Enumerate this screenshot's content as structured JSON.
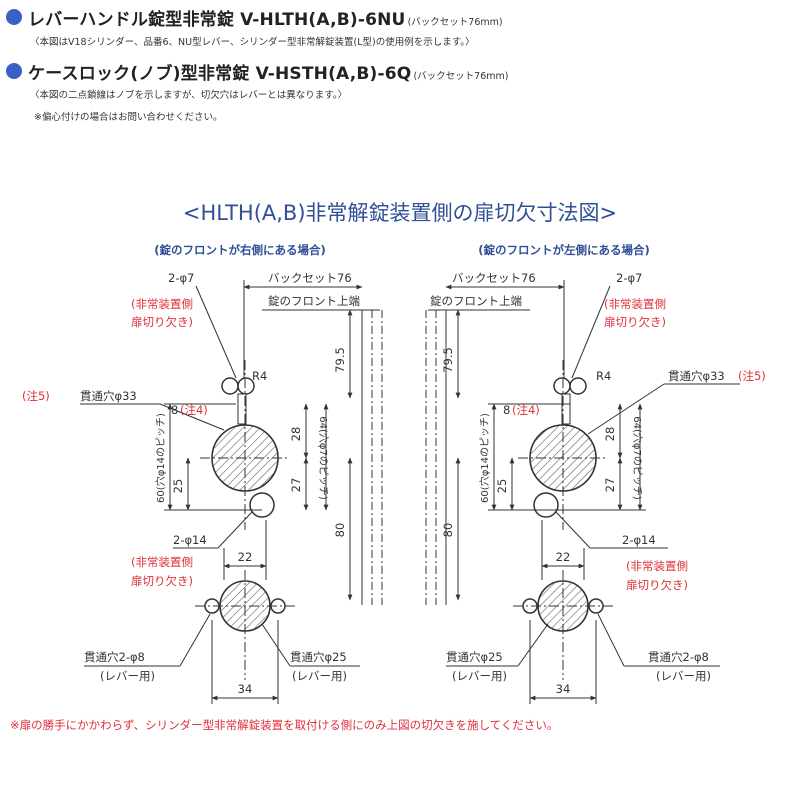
{
  "header": {
    "line1_title": "レバーハンドル錠型非常錠 V-HLTH(A,B)-6NU",
    "line1_suffix": "(バックセット76mm)",
    "line1_note": "〈本図はV18シリンダー、品番6、NU型レバー、シリンダー型非常解錠装置(L型)の使用例を示します。〉",
    "line2_title": "ケースロック(ノブ)型非常錠 V-HSTH(A,B)-6Q",
    "line2_suffix": "(バックセット76mm)",
    "line2_note": "〈本図の二点鎖線はノブを示しますが、切欠穴はレバーとは異なります。〉",
    "line3_note": "※偏心付けの場合はお問い合わせください。"
  },
  "colors": {
    "bullet": "#3a5fc6",
    "title_blue": "#2f4f96",
    "red": "#e0303a",
    "hatch": "#555555"
  },
  "diagram": {
    "title": "<HLTH(A,B)非常解錠装置側の扉切欠寸法図>",
    "footnote": "※扉の勝手にかかわらず、シリンダー型非常解錠装置を取付ける側にのみ上図の切欠きを施してください。",
    "left": {
      "caption": "(錠のフロントが右側にある場合)",
      "backset": "バックセット76",
      "front_edge": "錠のフロント上端",
      "hole_2phi7": "2-φ7",
      "emergency_1": "(非常装置側",
      "emergency_2": "扉切り欠き)",
      "r4": "R4",
      "through_33": "貫通穴φ33",
      "note5": "(注5)",
      "note4": "(注4)",
      "dim8": "8",
      "dim79_5": "79.5",
      "dim28": "28",
      "dim27": "27",
      "dim25": "25",
      "pitch60": "60(穴φ14のピッチ)",
      "pitch64": "64(穴φ7のピッチ)",
      "dim80": "80",
      "hole_2phi14": "2-φ14",
      "dim22": "22",
      "emergency_3": "(非常装置側",
      "emergency_4": "扉切り欠き)",
      "through_2phi8": "貫通穴2-φ8",
      "lever_1": "(レバー用)",
      "through_25": "貫通穴φ25",
      "lever_2": "(レバー用)",
      "dim34": "34"
    },
    "right": {
      "caption": "(錠のフロントが左側にある場合)",
      "backset": "バックセット76",
      "front_edge": "錠のフロント上端",
      "hole_2phi7": "2-φ7",
      "emergency_1": "(非常装置側",
      "emergency_2": "扉切り欠き)",
      "r4": "R4",
      "through_33": "貫通穴φ33",
      "note5": "(注5)",
      "note4": "(注4)",
      "dim8": "8",
      "dim79_5": "79.5",
      "dim28": "28",
      "dim27": "27",
      "dim25": "25",
      "pitch60": "60(穴φ14のピッチ)",
      "pitch64": "64(穴φ7のピッチ)",
      "dim80": "80",
      "hole_2phi14": "2-φ14",
      "dim22": "22",
      "emergency_3": "(非常装置側",
      "emergency_4": "扉切り欠き)",
      "through_25": "貫通穴φ25",
      "lever_1": "(レバー用)",
      "through_2phi8": "貫通穴2-φ8",
      "lever_2": "(レバー用)",
      "dim34": "34"
    }
  }
}
